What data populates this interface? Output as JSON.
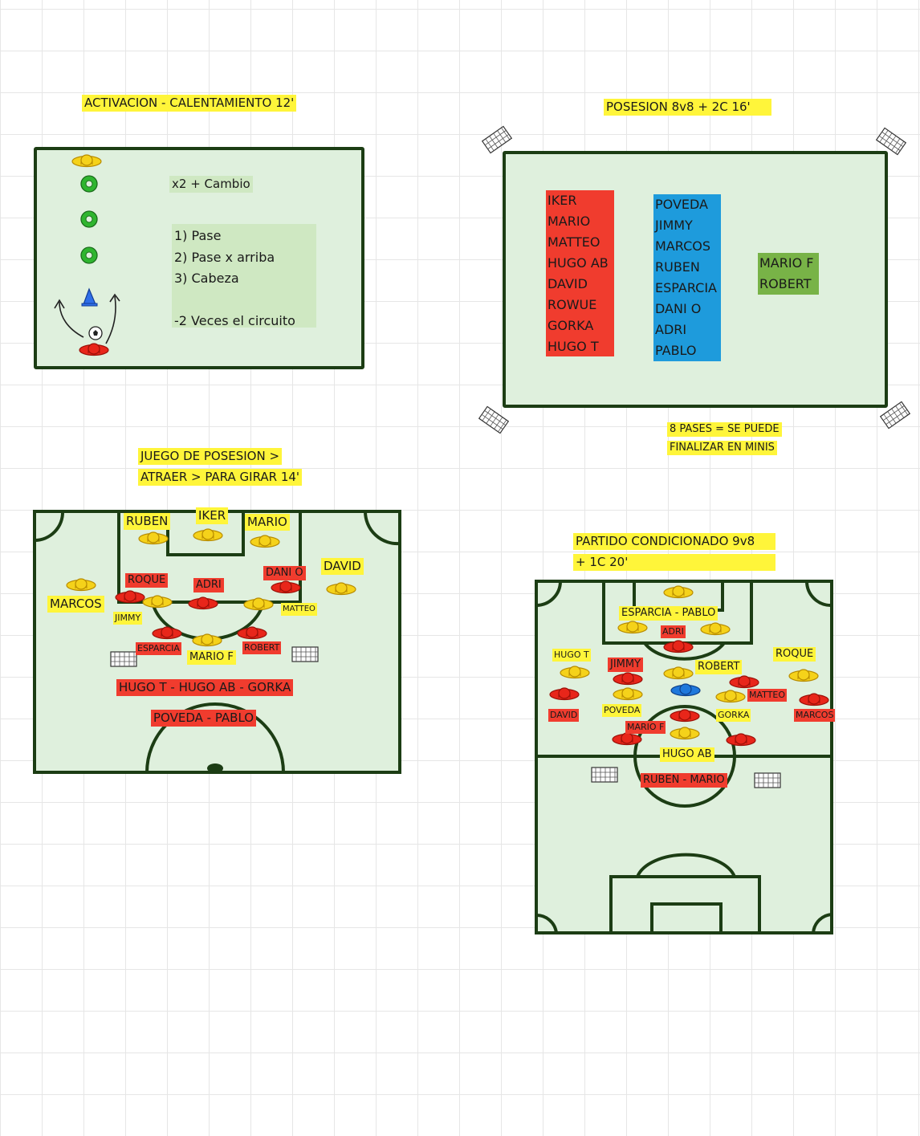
{
  "colors": {
    "pitch": "#dff0dd",
    "pitch_line": "#1c3d14",
    "highlight_yellow": "#fff53a",
    "highlight_red": "#f03c2e",
    "team_blue": "#1e9bdc",
    "highlight_green": "#78b347",
    "marker_green": "#2fb52f"
  },
  "drill1": {
    "title": "ACTIVACION - CALENTAMIENTO 12'",
    "instruction": "x2 + Cambio",
    "steps": [
      "1) Pase",
      "2) Pase x arriba",
      "3) Cabeza",
      "",
      "-2 Veces el circuito"
    ],
    "icons": [
      "player-icon",
      "ring-marker-icon",
      "cone-icon",
      "ball-icon",
      "curved-arrow-icon"
    ]
  },
  "drill2": {
    "title": "POSESION 8v8 + 2C 16'",
    "team_red": [
      "IKER",
      "MARIO",
      "MATTEO",
      "HUGO AB",
      "DAVID",
      "ROWUE",
      "GORKA",
      "HUGO T"
    ],
    "team_blue": [
      "POVEDA",
      "JIMMY",
      "MARCOS",
      "RUBEN",
      "ESPARCIA",
      "DANI O",
      "ADRI",
      "PABLO"
    ],
    "neutrals": [
      "MARIO F",
      "ROBERT"
    ],
    "note_line1": "8 PASES = SE PUEDE",
    "note_line2": "FINALIZAR EN MINIS",
    "icons": [
      "mini-goal-icon"
    ]
  },
  "drill3": {
    "title_line1": "JUEGO DE POSESION >",
    "title_line2": "ATRAER > PARA GIRAR 14'",
    "names": {
      "ruben": "RUBEN",
      "iker": "IKER",
      "mario": "MARIO",
      "david": "DAVID",
      "marcos": "MARCOS",
      "roque": "ROQUE",
      "adri": "ADRI",
      "dani_o": "DANI O",
      "jimmy": "JIMMY",
      "matteo": "MATTEO",
      "esparcia": "ESPARCIA",
      "mario_f": "MARIO F",
      "robert": "ROBERT"
    },
    "group1": "HUGO T - HUGO AB - GORKA",
    "group2": "POVEDA - PABLO"
  },
  "drill4": {
    "title_line1": "PARTIDO CONDICIONADO 9v8",
    "title_line2": "+ 1C 20'",
    "names": {
      "esparcia_pablo": "ESPARCIA - PABLO",
      "adri": "ADRI",
      "hugo_t": "HUGO T",
      "jimmy": "JIMMY",
      "robert": "ROBERT",
      "roque": "ROQUE",
      "matteo": "MATTEO",
      "david": "DAVID",
      "poveda": "POVEDA",
      "gorka": "GORKA",
      "marcos": "MARCOS",
      "mario_f": "MARIO F",
      "hugo_ab": "HUGO AB",
      "ruben_mario": "RUBEN - MARIO"
    }
  }
}
